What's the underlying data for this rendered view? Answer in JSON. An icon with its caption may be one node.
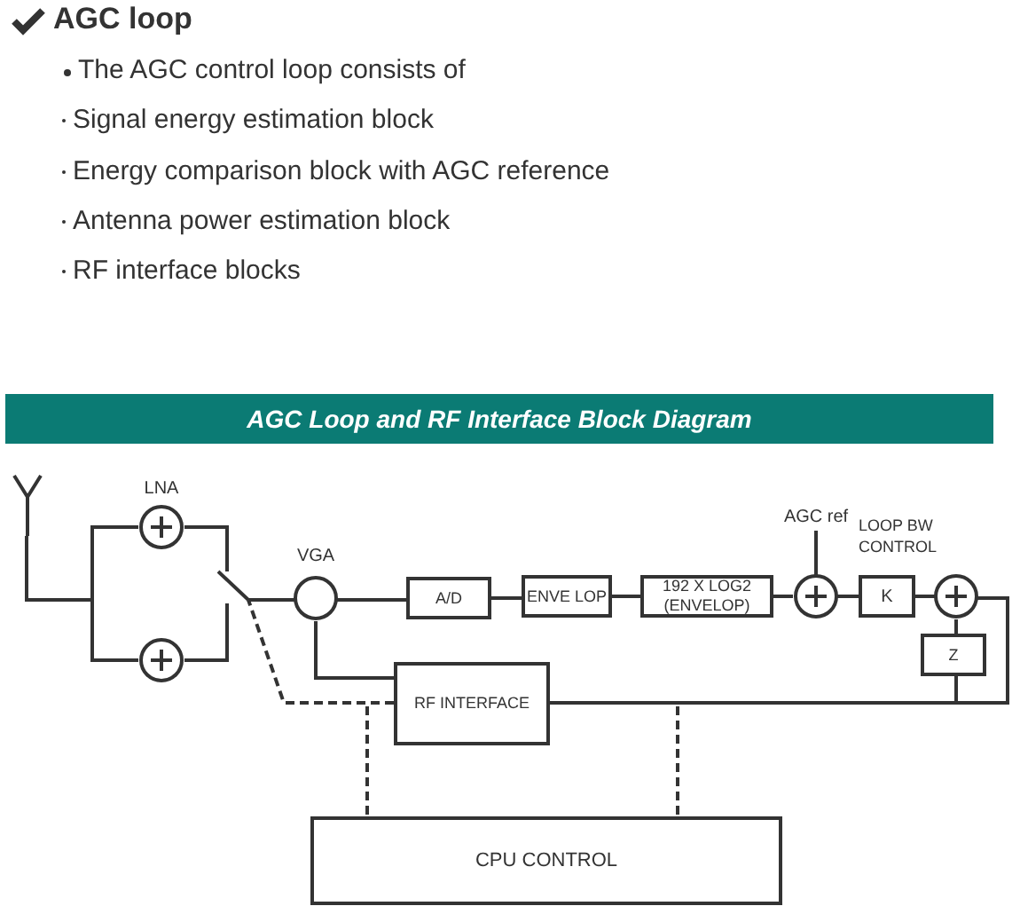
{
  "diagram": {
    "title": "AGC loop",
    "labels": [
      "The AGC control loop consists of",
      "Signal energy estimation block",
      "Energy comparison block with AGC reference",
      "Antenna power estimation block",
      "RF interface blocks"
    ],
    "nodes": [
      {
        "text": [
          "AGC Loop and RF Interface Block Diagram"
        ]
      },
      {
        "text": [],
        "shape": "antenna"
      },
      {
        "text": [
          "LNA"
        ]
      },
      {
        "text": [],
        "shape": "circle"
      },
      {
        "text": [],
        "shape": "switch"
      },
      {
        "text": [
          "VGA"
        ]
      },
      {
        "text": [
          "A/D"
        ]
      },
      {
        "text": [
          "ENVE LOP"
        ]
      },
      {
        "text": [
          "192 X LOG2 (ENVELOP)"
        ]
      },
      {
        "text": [
          "AGC ref"
        ]
      },
      {
        "text": [
          "LOOP BW CONTROL",
          "K"
        ]
      },
      {
        "text": [],
        "shape": "circle"
      },
      {
        "text": [
          "Z"
        ]
      },
      {
        "text": [
          "RF INTERFACE"
        ]
      },
      {
        "text": [
          "CPU CONTROL"
        ]
      }
    ],
    "edges": [
      {
        "from": 1,
        "to": 2,
        "arrow": "none"
      },
      {
        "from": 1,
        "to": 3,
        "arrow": "none"
      },
      {
        "from": 2,
        "to": 4,
        "arrow": "none"
      },
      {
        "from": 3,
        "to": 4,
        "arrow": "none"
      },
      {
        "from": 4,
        "to": 5,
        "arrow": "none"
      },
      {
        "from": 5,
        "to": 6,
        "arrow": "none"
      },
      {
        "from": 6,
        "to": 7,
        "arrow": "none"
      },
      {
        "from": 7,
        "to": 8,
        "arrow": "none"
      },
      {
        "from": 8,
        "to": 9,
        "arrow": "none"
      },
      {
        "from": 9,
        "to": 10,
        "arrow": "none"
      },
      {
        "from": 10,
        "to": 11,
        "arrow": "none"
      },
      {
        "from": 11,
        "to": 12,
        "arrow": "none"
      },
      {
        "from": 11,
        "to": 13,
        "arrow": "none"
      },
      {
        "from": 12,
        "to": 13,
        "arrow": "none"
      },
      {
        "from": 5,
        "to": 13,
        "arrow": "none"
      },
      {
        "from": 13,
        "to": 4,
        "arrow": "none",
        "style": "dashed"
      },
      {
        "from": 13,
        "to": 14,
        "arrow": "none",
        "style": "dashed"
      },
      {
        "from": 11,
        "to": 14,
        "arrow": "none",
        "style": "dashed"
      }
    ]
  }
}
